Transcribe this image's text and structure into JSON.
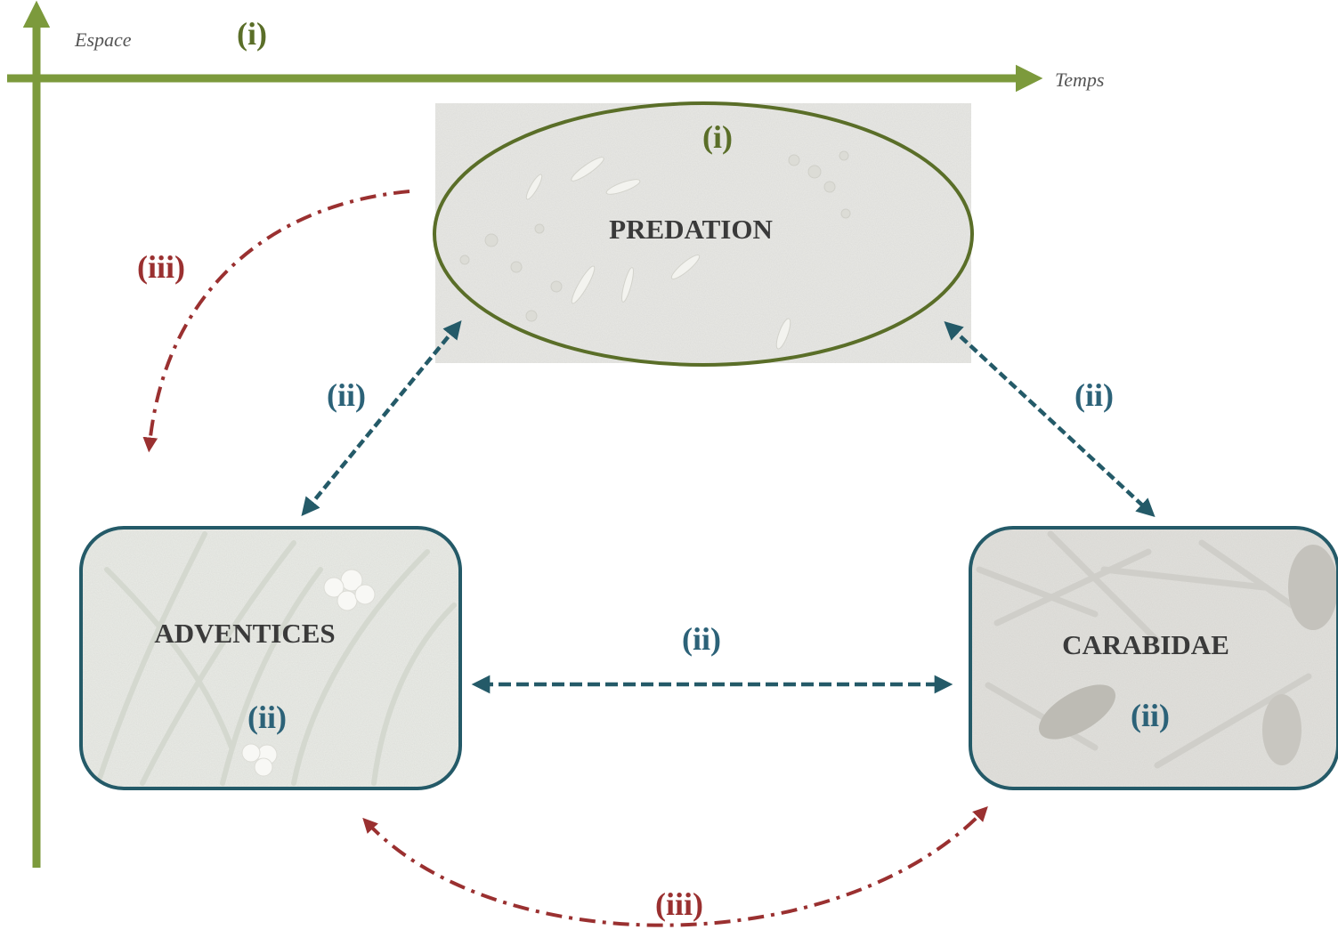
{
  "axes": {
    "vertical_label": "Espace",
    "horizontal_label": "Temps",
    "marker": "(i)"
  },
  "nodes": {
    "predation": {
      "label": "PREDATION",
      "marker": "(i)"
    },
    "adventices": {
      "label": "ADVENTICES",
      "marker": "(ii)"
    },
    "carabidae": {
      "label": "CARABIDAE",
      "marker": "(ii)"
    }
  },
  "links": {
    "adventices_predation": "(ii)",
    "predation_carabidae": "(ii)",
    "adventices_carabidae": "(ii)",
    "predation_to_adventices": "(iii)",
    "carabidae_adventices": "(iii)"
  },
  "colors": {
    "axis": "#7c9a3c",
    "predation_outline": "#5a6e28",
    "box_outline": "#245a68",
    "level_i": "#5a6e28",
    "level_ii": "#2c6278",
    "level_iii": "#9a3030",
    "label": "#3a3a3a"
  }
}
